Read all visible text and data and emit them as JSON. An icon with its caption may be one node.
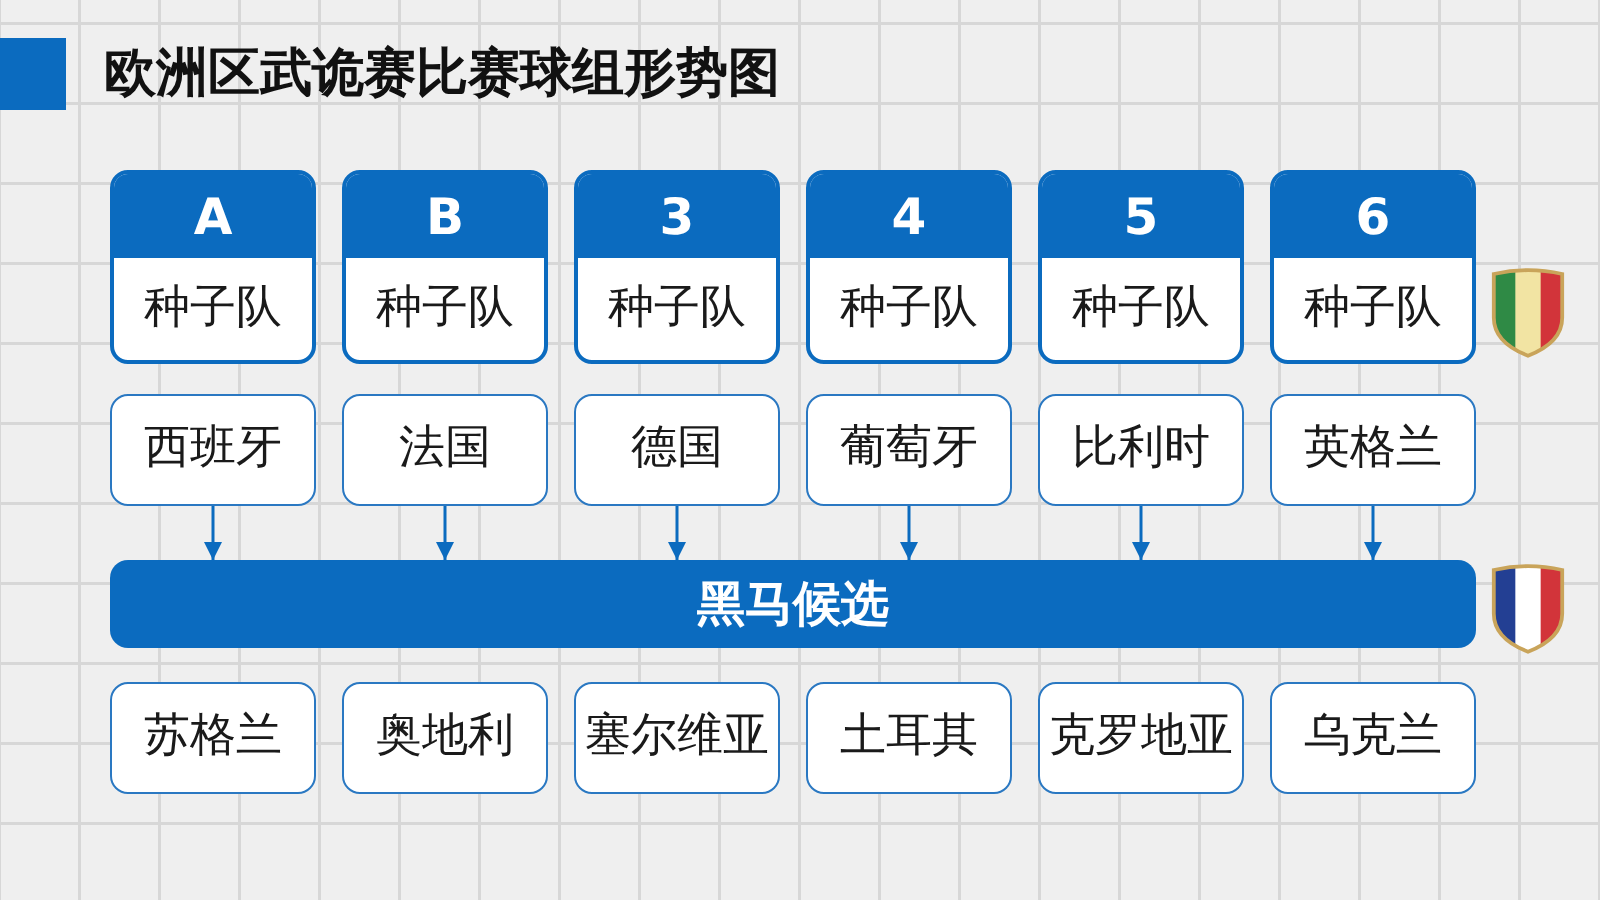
{
  "diagram": {
    "title": "欧洲区武诡赛比赛球组形势图",
    "nodes": [
      {
        "text": [
          "A",
          "种子队"
        ]
      },
      {
        "text": [
          "B",
          "种子队"
        ]
      },
      {
        "text": [
          "3",
          "种子队"
        ]
      },
      {
        "text": [
          "4",
          "种子队"
        ]
      },
      {
        "text": [
          "5",
          "种子队"
        ]
      },
      {
        "text": [
          "6",
          "种子队"
        ]
      },
      {
        "text": [
          "西班牙"
        ]
      },
      {
        "text": [
          "法国"
        ]
      },
      {
        "text": [
          "德国"
        ]
      },
      {
        "text": [
          "葡萄牙"
        ]
      },
      {
        "text": [
          "比利时"
        ]
      },
      {
        "text": [
          "英格兰"
        ]
      },
      {
        "text": [
          "黑马候选"
        ]
      },
      {
        "text": [
          "苏格兰"
        ]
      },
      {
        "text": [
          "奥地利"
        ]
      },
      {
        "text": [
          "塞尔维亚"
        ]
      },
      {
        "text": [
          "土耳其"
        ]
      },
      {
        "text": [
          "克罗地亚"
        ]
      },
      {
        "text": [
          "乌克兰"
        ]
      }
    ],
    "edges": [
      {
        "from": 6,
        "to": 12,
        "arrow": "to"
      },
      {
        "from": 7,
        "to": 12,
        "arrow": "to"
      },
      {
        "from": 8,
        "to": 12,
        "arrow": "to"
      },
      {
        "from": 9,
        "to": 12,
        "arrow": "to"
      },
      {
        "from": 10,
        "to": 12,
        "arrow": "to"
      },
      {
        "from": 11,
        "to": 12,
        "arrow": "to"
      }
    ]
  }
}
